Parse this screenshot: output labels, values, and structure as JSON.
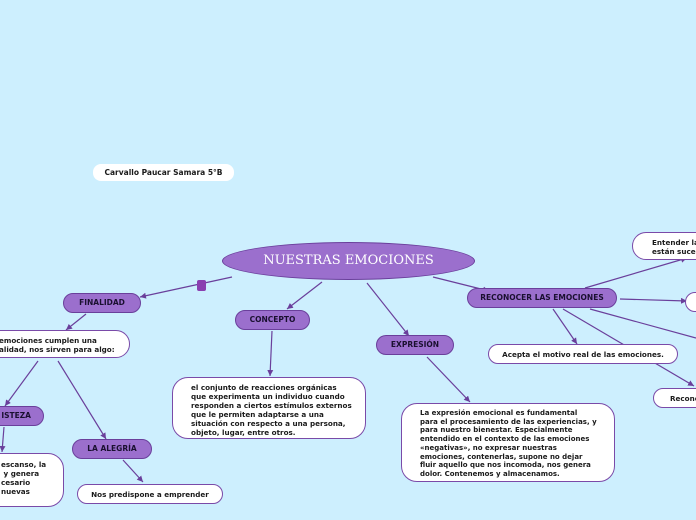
{
  "author": "Carvallo Paucar Samara 5°B",
  "main_topic": "NUESTRAS EMOCIONES",
  "topics": {
    "finalidad": "FINALIDAD",
    "concepto": "CONCEPTO",
    "expresion": "EXPRESIÓN",
    "reconocer": "RECONOCER LAS EMOCIONES",
    "tristeza": "ISTEZA",
    "alegria": "LA ALEGRÍA"
  },
  "notes": {
    "finalidad_text": "emociones cumplen una\nalidad, nos sirven para algo:",
    "concepto_text": "el conjunto de reacciones orgánicas\nque experimenta un individuo cuando\nresponden a ciertos estímulos externos\nque le permiten adaptarse a una\nsituación con respecto a una persona,\nobjeto, lugar, entre otros.",
    "expresion_text": "La expresión emocional es fundamental\npara el procesamiento de las experiencias, y\npara nuestro bienestar. Especialmente\nentendido en el contexto de las emociones\n«negativas», no expresar nuestras\nemociones, contenerlas, supone no dejar\nfluir aquello que nos incomoda, nos genera\ndolor. Contenemos y almacenamos.",
    "tristeza_text": "escanso, la\n y genera\ncesario\nnuevas",
    "alegria_text": "Nos predispone a emprender",
    "reconocer_1": "Entender la\nestán suce",
    "reconocer_2": "Acepta el motivo real de las emociones.",
    "reconocer_3": "Recono"
  }
}
